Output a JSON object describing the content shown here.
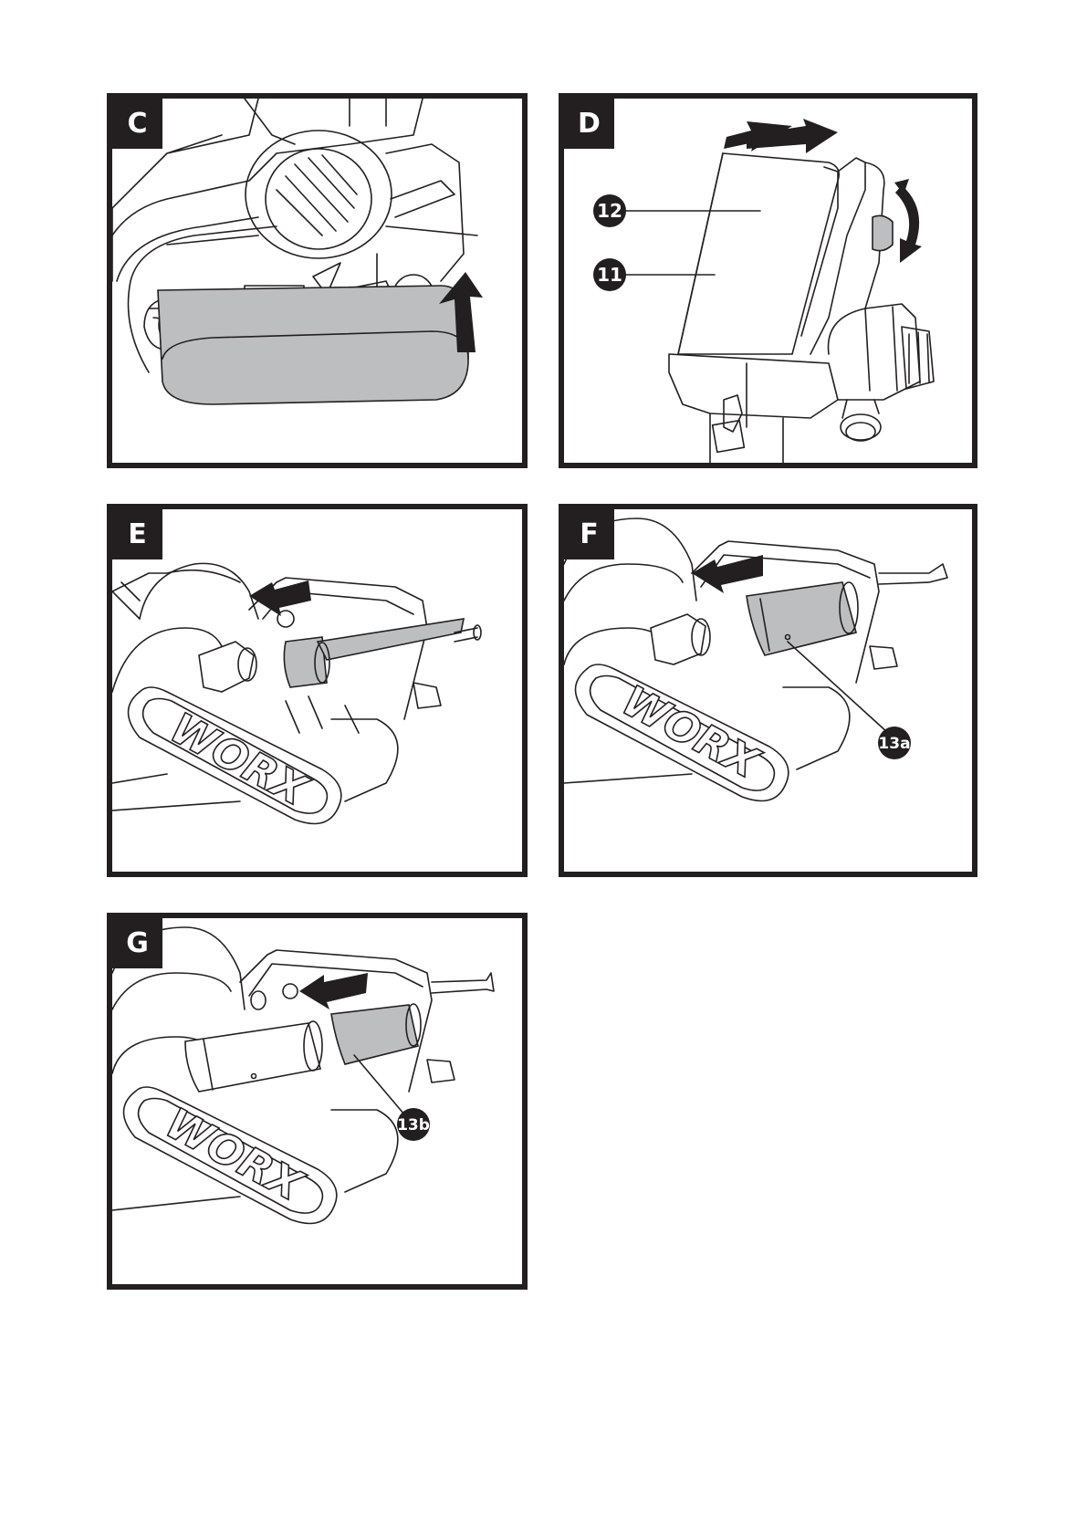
{
  "page": {
    "background": "#ffffff",
    "frame_color": "#231f20",
    "accent_grey": "#bcbec0"
  },
  "panels": [
    {
      "id": "C",
      "label": "C",
      "description": "Fitting sanding belt onto belt sander (bottom view)",
      "arrows": [
        {
          "direction": "up",
          "icon": "arrow-up-icon"
        }
      ],
      "callouts": []
    },
    {
      "id": "D",
      "label": "D",
      "description": "Belt tracking adjustment",
      "arrows": [
        {
          "direction": "left-right",
          "icon": "double-arrow-horizontal-icon"
        },
        {
          "direction": "rotate",
          "icon": "rotate-arrow-icon"
        }
      ],
      "callouts": [
        {
          "number": "12"
        },
        {
          "number": "11"
        }
      ]
    },
    {
      "id": "E",
      "label": "E",
      "description": "Attaching dust extraction adapter",
      "arrows": [
        {
          "direction": "left",
          "icon": "arrow-left-icon"
        }
      ],
      "callouts": [],
      "brand_text": "WORX"
    },
    {
      "id": "F",
      "label": "F",
      "description": "Attaching dust adapter 13a",
      "arrows": [
        {
          "direction": "left",
          "icon": "arrow-left-icon"
        }
      ],
      "callouts": [
        {
          "number": "13a"
        }
      ],
      "brand_text": "WORX"
    },
    {
      "id": "G",
      "label": "G",
      "description": "Attaching dust adapter 13b",
      "arrows": [
        {
          "direction": "left",
          "icon": "arrow-left-icon"
        }
      ],
      "callouts": [
        {
          "number": "13b"
        }
      ],
      "brand_text": "WORX"
    }
  ]
}
